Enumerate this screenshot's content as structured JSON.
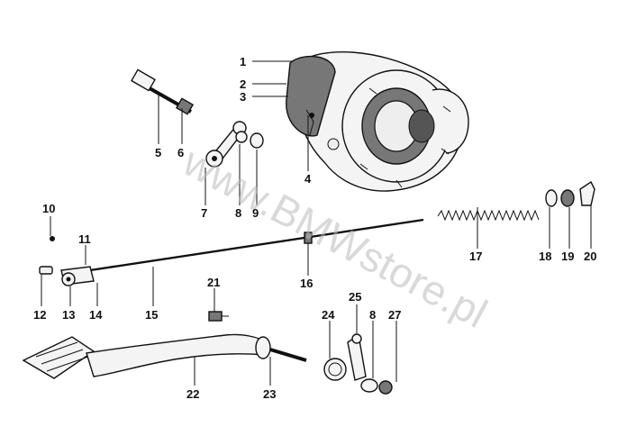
{
  "watermark": "www.BMWstore.pl",
  "callouts": [
    {
      "n": "1",
      "text": "1"
    },
    {
      "n": "2",
      "text": "2"
    },
    {
      "n": "3",
      "text": "3"
    },
    {
      "n": "4",
      "text": "4"
    },
    {
      "n": "5",
      "text": "5"
    },
    {
      "n": "6",
      "text": "6"
    },
    {
      "n": "7",
      "text": "7"
    },
    {
      "n": "8",
      "text": "8"
    },
    {
      "n": "9",
      "text": "9"
    },
    {
      "n": "10",
      "text": "10"
    },
    {
      "n": "11",
      "text": "11"
    },
    {
      "n": "12",
      "text": "12"
    },
    {
      "n": "13",
      "text": "13"
    },
    {
      "n": "14",
      "text": "14"
    },
    {
      "n": "15",
      "text": "15"
    },
    {
      "n": "16",
      "text": "16"
    },
    {
      "n": "17",
      "text": "17"
    },
    {
      "n": "18",
      "text": "18"
    },
    {
      "n": "19",
      "text": "19"
    },
    {
      "n": "20",
      "text": "20"
    },
    {
      "n": "21",
      "text": "21"
    },
    {
      "n": "22",
      "text": "22"
    },
    {
      "n": "23",
      "text": "23"
    },
    {
      "n": "24",
      "text": "24"
    },
    {
      "n": "25",
      "text": "25"
    },
    {
      "n": "8b",
      "text": "8"
    },
    {
      "n": "27",
      "text": "27"
    }
  ]
}
